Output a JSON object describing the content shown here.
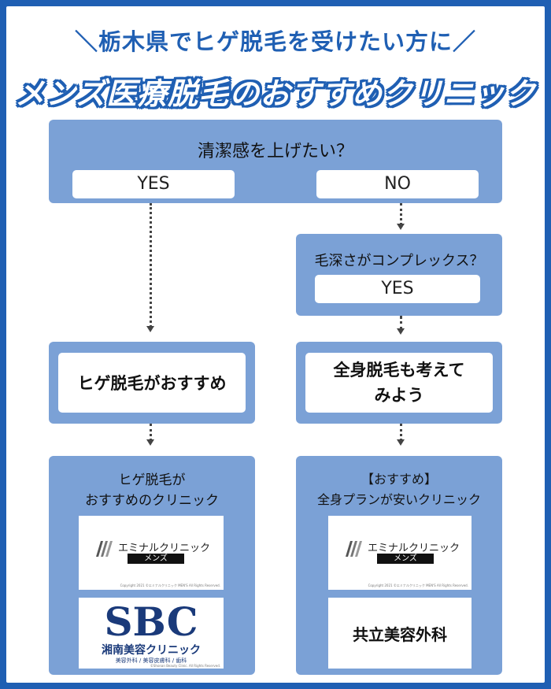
{
  "header": {
    "subtitle": "＼栃木県でヒゲ脱毛を受けたい方に／",
    "title": "メンズ医療脱毛のおすすめクリニック"
  },
  "q1": {
    "text": "清潔感を上げたい？",
    "yes": "YES",
    "no": "NO"
  },
  "q2": {
    "text": "毛深さがコンプレックス？",
    "yes": "YES"
  },
  "result_left": {
    "text": "ヒゲ脱毛がおすすめ"
  },
  "result_right": {
    "line1": "全身脱毛も考えて",
    "line2": "みよう"
  },
  "clinics_left": {
    "line1": "ヒゲ脱毛が",
    "line2": "おすすめのクリニック",
    "emi": {
      "name": "エミナルクリニック",
      "badge": "メンズ",
      "copyright": "Copyright 2021 ©エミナルクリニック MEN'S All Rights Reserved."
    },
    "sbc": {
      "logo": "SBC",
      "name": "湘南美容クリニック",
      "sub": "美容外科 / 美容皮膚科 / 歯科",
      "copyright": "©Shonan Beauty Clinic. All Rights Reserved."
    }
  },
  "clinics_right": {
    "line1": "【おすすめ】",
    "line2": "全身プランが安いクリニック",
    "emi": {
      "name": "エミナルクリニック",
      "badge": "メンズ",
      "copyright": "Copyright 2021 ©エミナルクリニック MEN'S All Rights Reserved."
    },
    "kyoritsu": {
      "name": "共立美容外科"
    }
  },
  "colors": {
    "border": "#1f5fb3",
    "panel": "#7ba1d6",
    "logo_navy": "#1a3a7a"
  }
}
